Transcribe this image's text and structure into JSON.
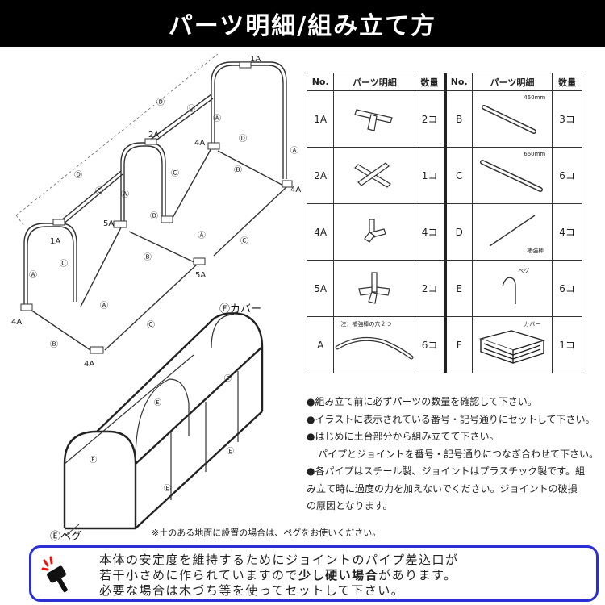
{
  "header": {
    "title": "パーツ明細/組み立て方"
  },
  "frame_labels": {
    "1A": "1A",
    "2A": "2A",
    "4A": "4A",
    "5A": "5A",
    "A": "Ⓐ",
    "B": "Ⓑ",
    "C": "Ⓒ",
    "D": "Ⓓ",
    "E": "Ⓔ"
  },
  "cover": {
    "cover_label": "Ⓕカバー",
    "peg_label": "Ⓔペグ"
  },
  "table": {
    "headers": {
      "no": "No.",
      "name": "パーツ明細",
      "qty": "数量"
    },
    "left_rows": [
      {
        "no": "1A",
        "qty": "2コ"
      },
      {
        "no": "2A",
        "qty": "1コ"
      },
      {
        "no": "4A",
        "qty": "4コ"
      },
      {
        "no": "5A",
        "qty": "2コ"
      },
      {
        "no": "A",
        "qty": "6コ",
        "note": "注：補強棒の穴２つ"
      }
    ],
    "right_rows": [
      {
        "no": "B",
        "qty": "3コ",
        "note": "460mm"
      },
      {
        "no": "C",
        "qty": "6コ",
        "note": "660mm"
      },
      {
        "no": "D",
        "qty": "4コ",
        "note": "補強棒"
      },
      {
        "no": "E",
        "qty": "6コ",
        "note": "ペグ"
      },
      {
        "no": "F",
        "qty": "1コ",
        "note": "カバー"
      }
    ]
  },
  "notes": [
    "●組み立て前に必ずパーツの数量を確認して下さい。",
    "●イラストに表示されている番号・記号通りにセットして下さい。",
    "●はじめに土台部分から組み立てて下さい。",
    "パイプとジョイントを番号・記号通りにつなぎ合わせて下さい。",
    "●各パイプはスチール製、ジョイントはプラスチック製です。組",
    "み立て時に過度の力を加えないでください。ジョイントの破損",
    "の原因となります。"
  ],
  "ground_note": "※土のある地面に設置の場合は、ペグをお使いください。",
  "warning": {
    "line1": "本体の安定度を維持するためにジョイントのパイプ差込口が",
    "line2_a": "若干小さめに作られていますので",
    "line2_bold": "少し硬い場合",
    "line2_b": "があります。",
    "line3": "必要な場合は木づち等を使ってセットして下さい。"
  },
  "colors": {
    "header_bg": "#000000",
    "warning_border": "#2a2fd4"
  }
}
